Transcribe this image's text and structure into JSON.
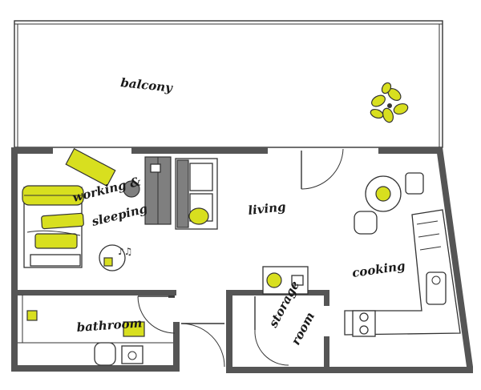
{
  "plan": {
    "rooms": {
      "balcony": "balcony",
      "working": "working &",
      "sleeping": "sleeping",
      "living": "living",
      "cooking": "cooking",
      "bathroom": "bathroom",
      "storage": "storage",
      "room": "room"
    },
    "colors": {
      "wall": "#555555",
      "accent": "#d8df1f",
      "furniture_grey": "#7f7f7f",
      "line": "#333333"
    },
    "icons": [
      "plant-icon",
      "music-notes-icon",
      "bed-icon",
      "sofa-icon",
      "sink-icon",
      "toilet-icon",
      "stove-icon",
      "chair-icon"
    ]
  }
}
